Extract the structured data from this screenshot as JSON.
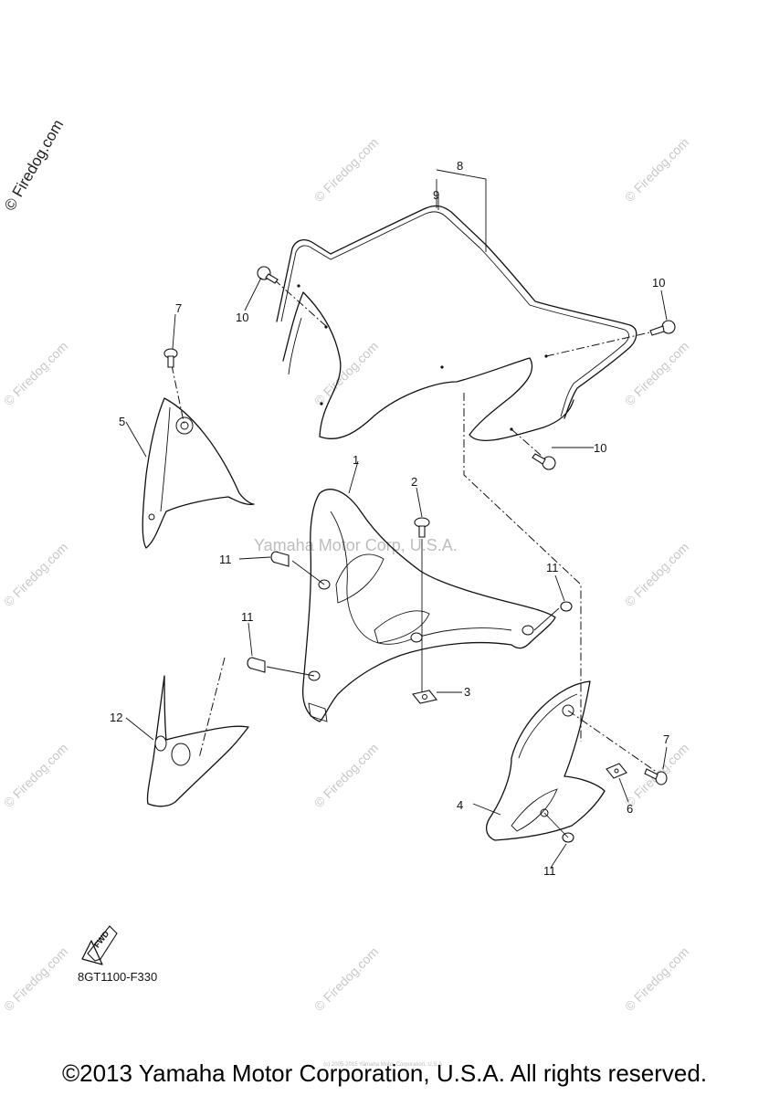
{
  "watermark": {
    "site": "© Firedog.com",
    "company": "Yamaha Motor Corp, U.S.A.",
    "corner": "© Firedog.com"
  },
  "callouts": [
    {
      "id": "1",
      "text": "1"
    },
    {
      "id": "2",
      "text": "2"
    },
    {
      "id": "3",
      "text": "3"
    },
    {
      "id": "4",
      "text": "4"
    },
    {
      "id": "5",
      "text": "5"
    },
    {
      "id": "6",
      "text": "6"
    },
    {
      "id": "7a",
      "text": "7"
    },
    {
      "id": "7b",
      "text": "7"
    },
    {
      "id": "8",
      "text": "8"
    },
    {
      "id": "9",
      "text": "9"
    },
    {
      "id": "10a",
      "text": "10"
    },
    {
      "id": "10b",
      "text": "10"
    },
    {
      "id": "10c",
      "text": "10"
    },
    {
      "id": "11a",
      "text": "11"
    },
    {
      "id": "11b",
      "text": "11"
    },
    {
      "id": "11c",
      "text": "11"
    },
    {
      "id": "11d",
      "text": "11"
    },
    {
      "id": "12",
      "text": "12"
    }
  ],
  "fwd_label": "FWD",
  "diagram_code": "8GT1100-F330",
  "copyright": "©2013 Yamaha Motor Corporation, U.S.A. All rights reserved.",
  "copyright_small": "(c) 2005-2015 Yamaha Motor Corporation, U.S.A."
}
